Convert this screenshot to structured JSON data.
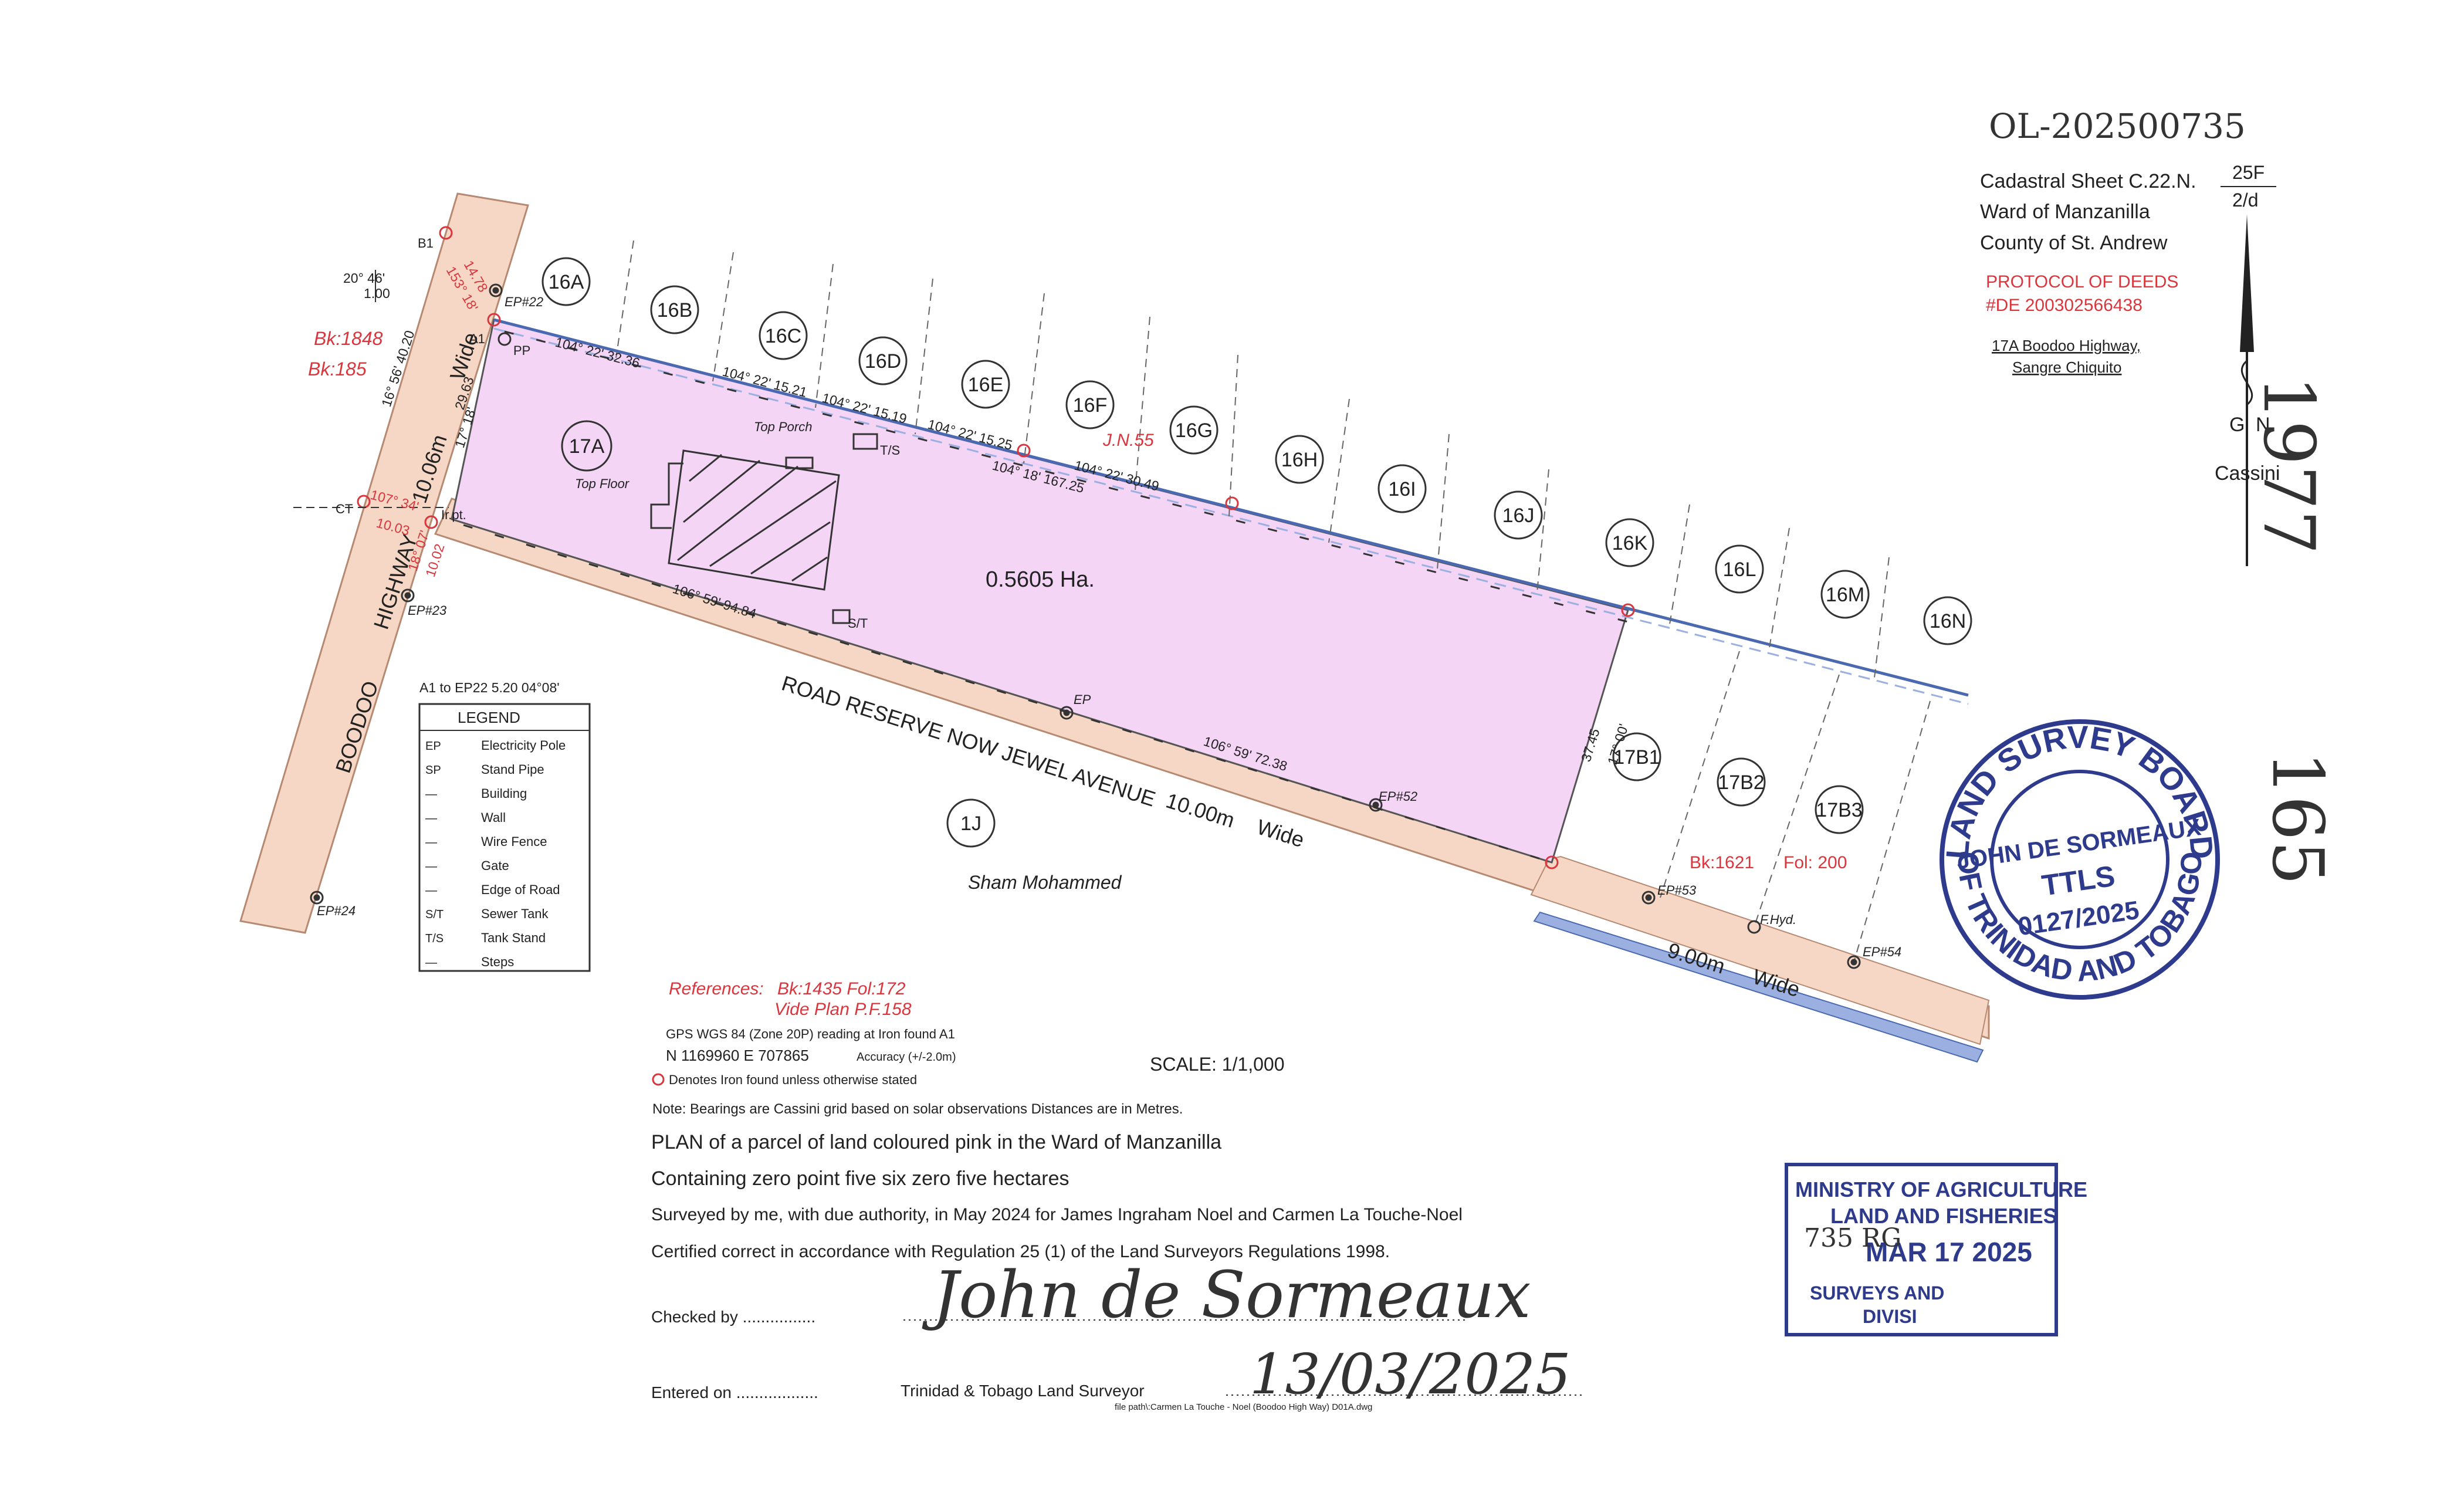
{
  "file_ref": "OL-202500735",
  "header": {
    "cadastral_sheet": "Cadastral Sheet C.22.N.",
    "sheet_num": "25F",
    "sheet_den": "2/d",
    "ward": "Ward of Manzanilla",
    "county": "County of St. Andrew",
    "protocol": "PROTOCOL OF DEEDS",
    "deed_no": "#DE 200302566438",
    "address1": "17A Boodoo Highway,",
    "address2": "Sangre Chiquito"
  },
  "north": {
    "g": "G",
    "n": "N",
    "cassini": "Cassini"
  },
  "margin": {
    "year": "1977",
    "folio": "165"
  },
  "parcel": {
    "lot": "17A",
    "area": "0.5605 Ha."
  },
  "lots_north": [
    "16A",
    "16B",
    "16C",
    "16D",
    "16E",
    "16F",
    "16G",
    "16H",
    "16I",
    "16J",
    "16K",
    "16L",
    "16M",
    "16N"
  ],
  "lots_south": [
    "17B1",
    "17B2",
    "17B3"
  ],
  "lot_1j": "1J",
  "owner_1j": "Sham Mohammed",
  "book_refs": {
    "bk1848": "Bk:1848",
    "bk185": "Bk:185",
    "jn55": "J.N.55",
    "bk1621": "Bk:1621",
    "fol200": "Fol: 200"
  },
  "roads": {
    "highway1": "BOODOO",
    "highway2": "HIGHWAY",
    "highway_width": "10.06m",
    "wide": "Wide",
    "reserve": "ROAD RESERVE NOW JEWEL AVENUE",
    "reserve_width": "10.00m",
    "reserve_wide": "Wide",
    "lower_width": "9.00m",
    "lower_wide": "Wide"
  },
  "bearings": {
    "b1": "104° 22' 32.36",
    "b2": "104° 22'  15.21",
    "b3": "104° 22'  15.19",
    "b4": "104° 22'  15.25",
    "b5": "104° 18'  167.25",
    "b6": "104° 22'  30.49",
    "s1": "106° 59'  94.84",
    "s2": "106° 59'  72.38",
    "w1": "16° 56'  40.20",
    "w2": "17° 18'",
    "w3": "29.63",
    "e1": "37.45",
    "e2": "17° 00'",
    "c1": "20° 46'",
    "c2": "1.00",
    "r1": "14.78",
    "r2": "153° 18'",
    "r3": "107° 34'",
    "r4": "10.03",
    "r5": "18° 07'",
    "r6": "10.02",
    "a1_ep22": "A1 to EP22 5.20 04°08'"
  },
  "features": {
    "b1": "B1",
    "a1": "A1",
    "pp": "PP",
    "ct": "CT",
    "irpt": "Ir.pt.",
    "ep22": "EP#22",
    "ep23": "EP#23",
    "ep24": "EP#24",
    "ep52": "EP#52",
    "ep53": "EP#53",
    "ep54": "EP#54",
    "ep": "EP",
    "fhyd": "F.Hyd.",
    "top_porch": "Top Porch",
    "top_floor": "Top Floor",
    "ts": "T/S",
    "st": "S/T"
  },
  "legend": {
    "title": "LEGEND",
    "items": [
      {
        "code": "EP",
        "label": "Electricity Pole"
      },
      {
        "code": "SP",
        "label": "Stand Pipe"
      },
      {
        "code": "",
        "label": "Building"
      },
      {
        "code": "",
        "label": "Wall"
      },
      {
        "code": "",
        "label": "Wire Fence"
      },
      {
        "code": "",
        "label": "Gate"
      },
      {
        "code": "",
        "label": "Edge of Road"
      },
      {
        "code": "S/T",
        "label": "Sewer Tank"
      },
      {
        "code": "T/S",
        "label": "Tank Stand"
      },
      {
        "code": "",
        "label": "Steps"
      }
    ]
  },
  "notes": {
    "references_label": "References:",
    "ref1": "Bk:1435  Fol:172",
    "ref2": "Vide Plan P.F.158",
    "gps": "GPS WGS 84 (Zone 20P) reading at Iron found A1",
    "coords": "N  1169960  E  707865",
    "accuracy": "Accuracy (+/-2.0m)",
    "iron": "Denotes Iron found unless otherwise stated",
    "scale": "SCALE:   1/1,000",
    "bearing_note": "Note: Bearings are Cassini grid based on solar observations    Distances are in Metres."
  },
  "cert": {
    "line1": "PLAN of a parcel of land coloured  pink   in the Ward of Manzanilla",
    "line2": "Containing zero point five six zero five hectares",
    "line3": "Surveyed by me, with due authority, in May 2024 for James Ingraham Noel and Carmen La Touche-Noel",
    "line4": "Certified correct in accordance with Regulation 25 (1) of the Land Surveyors Regulations 1998.",
    "checked": "Checked by ................",
    "entered": "Entered on ..................",
    "surveyor": "Trinidad & Tobago Land Surveyor",
    "signature": "John de Sormeaux",
    "date": "13/03/2025",
    "file_path": "file path\\:Carmen La Touche - Noel (Boodoo High Way) D01A.dwg"
  },
  "stamp_board": {
    "top": "LAND SURVEY BOARD",
    "bottom": "OF TRINIDAD AND TOBAGO",
    "name": "JOHN DE SORMEAUX",
    "ttls": "TTLS",
    "reg": "0127/2025"
  },
  "stamp_ministry": {
    "line1": "MINISTRY OF AGRICULTURE",
    "line2": "LAND AND FISHERIES",
    "date": "MAR 17 2025",
    "line4": "SURVEYS AND",
    "line5": "DIVISI",
    "handwritten": "735  RG"
  },
  "colors": {
    "parcel": "#f4d5f6",
    "road": "#f6d6c4",
    "red": "#d9363e",
    "stamp": "#2e3a8c",
    "fence_blue": "#4b69b0"
  }
}
